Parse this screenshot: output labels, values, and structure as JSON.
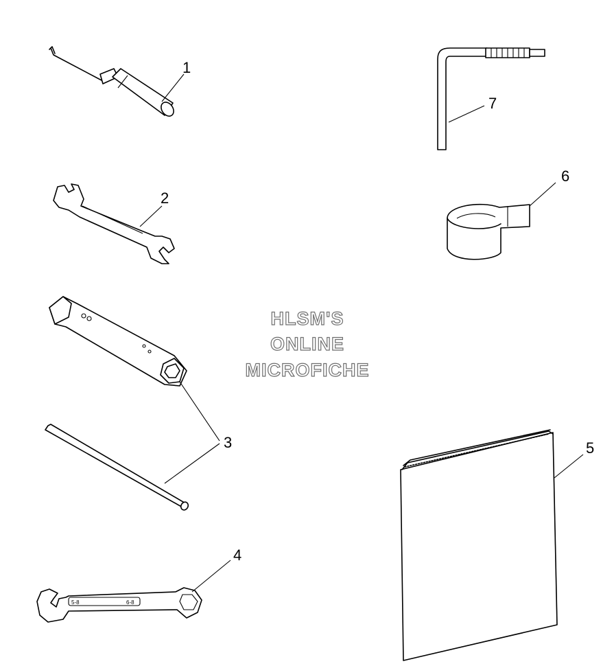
{
  "watermark": {
    "line1": "HLSM'S",
    "line2": "ONLINE",
    "line3": "MICROFICHE"
  },
  "callouts": [
    "1",
    "2",
    "3",
    "4",
    "5",
    "6",
    "7"
  ],
  "wrench_markings": {
    "size_left": "5-8",
    "size_right": "6-8"
  }
}
